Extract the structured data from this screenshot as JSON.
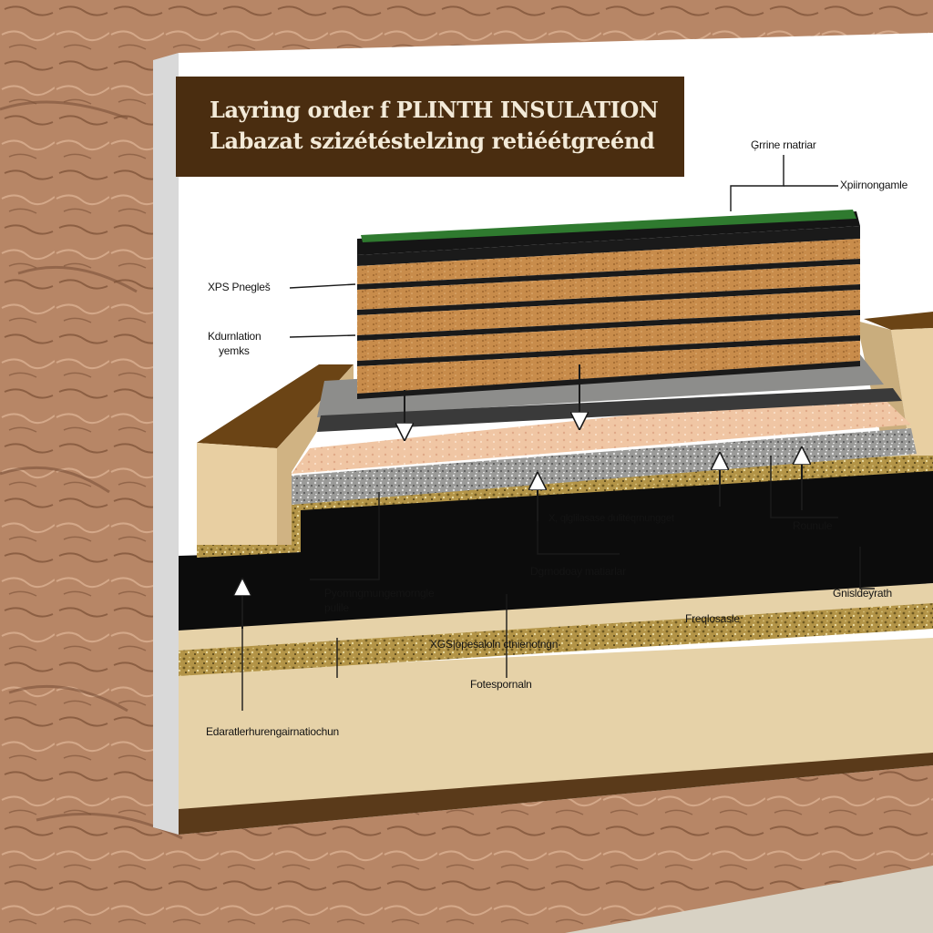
{
  "title": {
    "line1": "Layring order  f PLINTH INSULATION",
    "line2": "Labazat szizétéstelzing retiéétgreénd"
  },
  "labels": {
    "top_right_1": "Ģrrine rnatriar",
    "top_right_2": "Xpiirnongamle",
    "left_1": "XPS Pnegleš",
    "left_2_line1": "Kdurnlation",
    "left_2_line2": "yemks",
    "mid_1": "X,  qlglilasase dulitéqrnungget",
    "mid_2": "Dgrnodoay matiarlar",
    "right_1": "Rounule",
    "bottom_left_line1": "Pyomngmungemorngle",
    "bottom_left_line2": "pulile",
    "bottom_mid": "XGS|opesaloln ctnienotngn",
    "bottom_mid_2": "Fotespornaln",
    "bottom_right_1": "Freqlosasle",
    "bottom_right_2": "Gnisldeyrath",
    "bottom_far_left": "Edaratlerhurengairnatiochun"
  },
  "colors": {
    "soil": "#b88766",
    "board": "#ffffff",
    "title_bar": "#4a2d10",
    "membrane": "#0e0e0e",
    "sand": "#e5cfa4",
    "gravel": "#b59a4e",
    "xps_board": "#c98e4f",
    "grass": "#2f7a2f",
    "pink_layer": "#f2c8a6"
  }
}
